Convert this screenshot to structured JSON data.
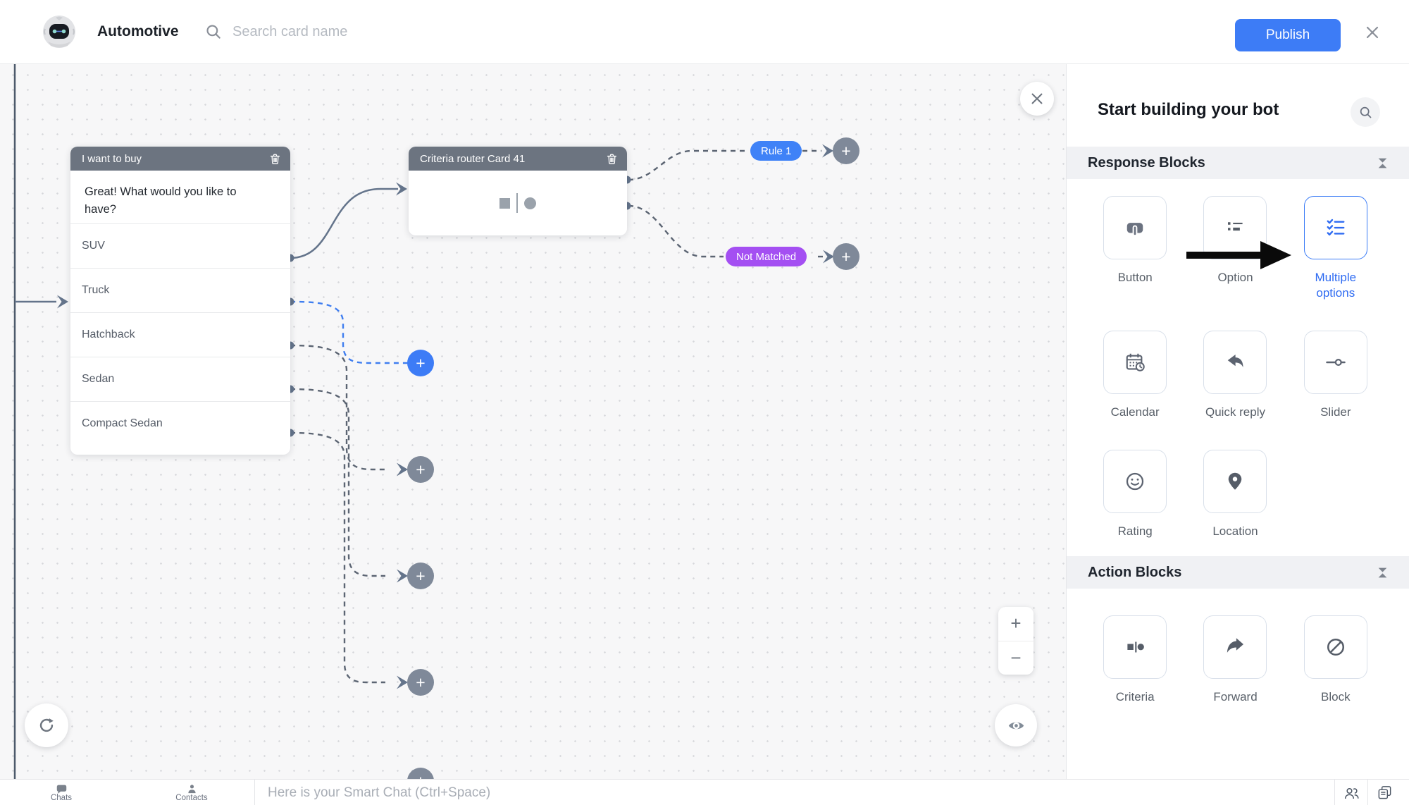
{
  "topbar": {
    "bot_name": "Automotive",
    "search_placeholder": "Search card name",
    "publish_label": "Publish"
  },
  "canvas": {
    "message_card": {
      "title": "I want to buy",
      "message": "Great! What would you like to have?",
      "options": [
        "SUV",
        "Truck",
        "Hatchback",
        "Sedan",
        "Compact Sedan"
      ]
    },
    "router_card": {
      "title": "Criteria router Card 41"
    },
    "rule_badge": "Rule 1",
    "not_matched_badge": "Not Matched",
    "zoom_in": "+",
    "zoom_out": "−"
  },
  "glyphs": {
    "plus": "+"
  },
  "sidebar": {
    "title": "Start building your bot",
    "sections": [
      {
        "label": "Response Blocks",
        "blocks": [
          {
            "label": "Button"
          },
          {
            "label": "Option"
          },
          {
            "label": "Multiple options",
            "active": true
          },
          {
            "label": "Calendar"
          },
          {
            "label": "Quick reply"
          },
          {
            "label": "Slider"
          },
          {
            "label": "Rating"
          },
          {
            "label": "Location"
          }
        ]
      },
      {
        "label": "Action Blocks",
        "blocks": [
          {
            "label": "Criteria"
          },
          {
            "label": "Forward"
          },
          {
            "label": "Block"
          }
        ]
      }
    ]
  },
  "bottombar": {
    "chats_label": "Chats",
    "contacts_label": "Contacts",
    "smart_chat_placeholder": "Here is your Smart Chat (Ctrl+Space)"
  },
  "colors": {
    "accent_blue": "#3D7CF6",
    "rule_blue": "#3F82F7",
    "not_matched_purple": "#A44FF2",
    "node_gray": "#7F8999",
    "card_header_gray": "#6C7480",
    "connector_gray": "#5c6573",
    "connector_blue": "#3F7EF0"
  }
}
